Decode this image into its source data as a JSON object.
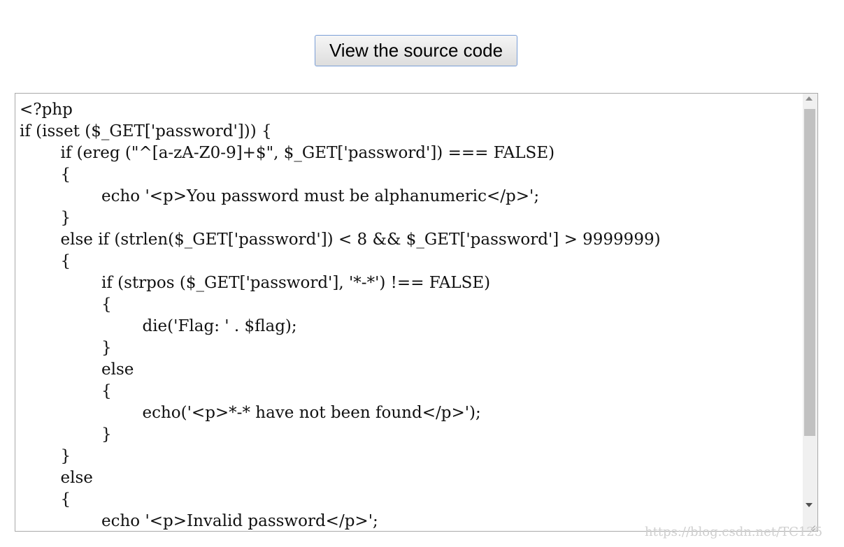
{
  "toolbar": {
    "view_source_label": "View the source code"
  },
  "source_code": {
    "lines": [
      "<?php",
      "if (isset ($_GET['password'])) {",
      "\tif (ereg (\"^[a-zA-Z0-9]+$\", $_GET['password']) === FALSE)",
      "\t{",
      "\t\techo '<p>You password must be alphanumeric</p>';",
      "\t}",
      "\telse if (strlen($_GET['password']) < 8 && $_GET['password'] > 9999999)",
      "\t{",
      "\t\tif (strpos ($_GET['password'], '*-*') !== FALSE)",
      "\t\t{",
      "\t\t\tdie('Flag: ' . $flag);",
      "\t\t}",
      "\t\telse",
      "\t\t{",
      "\t\t\techo('<p>*-* have not been found</p>');",
      "\t\t}",
      "\t}",
      "\telse",
      "\t{",
      "\t\techo '<p>Invalid password</p>';"
    ]
  },
  "watermark": {
    "text": "https://blog.csdn.net/TC125"
  }
}
